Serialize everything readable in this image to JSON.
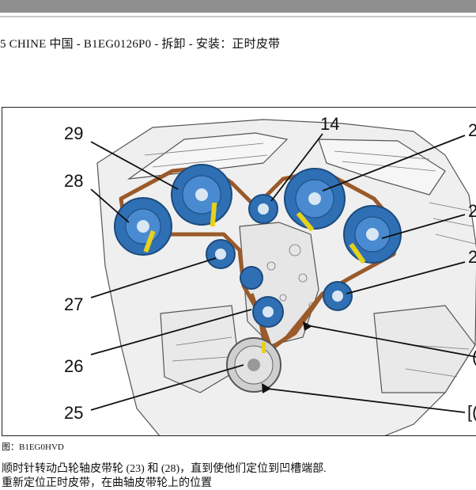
{
  "header": {
    "title": "5 CHINE 中国 - B1EG0126P0 - 拆卸 - 安装：正时皮带"
  },
  "figure": {
    "labels": [
      {
        "id": "29",
        "text": "29"
      },
      {
        "id": "14",
        "text": "14"
      },
      {
        "id": "28",
        "text": "28"
      },
      {
        "id": "27",
        "text": "27"
      },
      {
        "id": "26",
        "text": "26"
      },
      {
        "id": "25",
        "text": "25"
      },
      {
        "id": "r1",
        "text": "2"
      },
      {
        "id": "r2",
        "text": "2"
      },
      {
        "id": "r3",
        "text": "2"
      },
      {
        "id": "r4",
        "text": "("
      },
      {
        "id": "r5",
        "text": "[("
      }
    ],
    "caption": "图：B1EG0HVD"
  },
  "body": {
    "step_text": "顺时针转动凸轮轴皮带轮 (23) 和 (28)，直到使他们定位到凹槽端部.",
    "step_text_2": "重新定位正时皮带，在曲轴皮带轮上的位置"
  },
  "colors": {
    "pulley_blue": "#2f6fb3",
    "belt_brown": "#9a5a2a",
    "marker_yellow": "#e7d11a"
  }
}
